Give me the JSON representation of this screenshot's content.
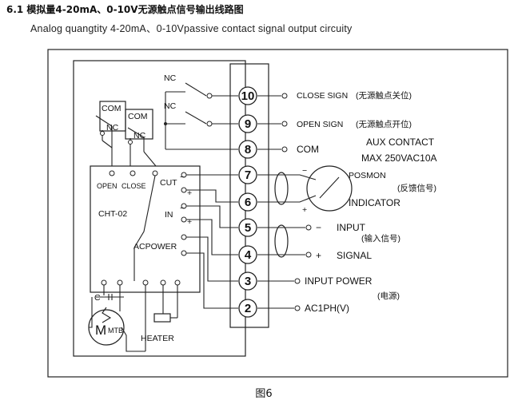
{
  "heading": "6.1 模拟量4-20mA、0-10V无源触点信号输出线路图",
  "subheading": "Analog quangtity 4-20mA、0-10Vpassive contact  signal output circuity",
  "caption": "图6",
  "terminals": [
    "10",
    "9",
    "8",
    "7",
    "6",
    "5",
    "4",
    "3",
    "2"
  ],
  "right_labels": {
    "close_sign": "CLOSE SIGN",
    "close_sign_cn": "(无源触点关位)",
    "open_sign": "OPEN SIGN",
    "open_sign_cn": "(无源触点开位)",
    "com": "COM",
    "aux_contact": "AUX CONTACT",
    "aux_rating": "MAX 250VAC10A",
    "posmon": "POSMON",
    "feedback_cn": "(反馈信号)",
    "indicator": "INDICATOR",
    "input": "INPUT",
    "input_cn": "(输入信号)",
    "signal": "SIGNAL",
    "input_power": "INPUT POWER",
    "power_cn": "(电源)",
    "ac1ph": "AC1PH(V)",
    "minus": "−",
    "plus": "+"
  },
  "left_labels": {
    "nc": "NC",
    "com": "COM",
    "open": "OPEN",
    "close": "CLOSE",
    "cut": "CUT",
    "in": "IN",
    "module": "CHT-02",
    "acpower": "ACPOWER",
    "motor": "M",
    "mtb": "MTB",
    "c": "C",
    "heater": "HEATER"
  }
}
